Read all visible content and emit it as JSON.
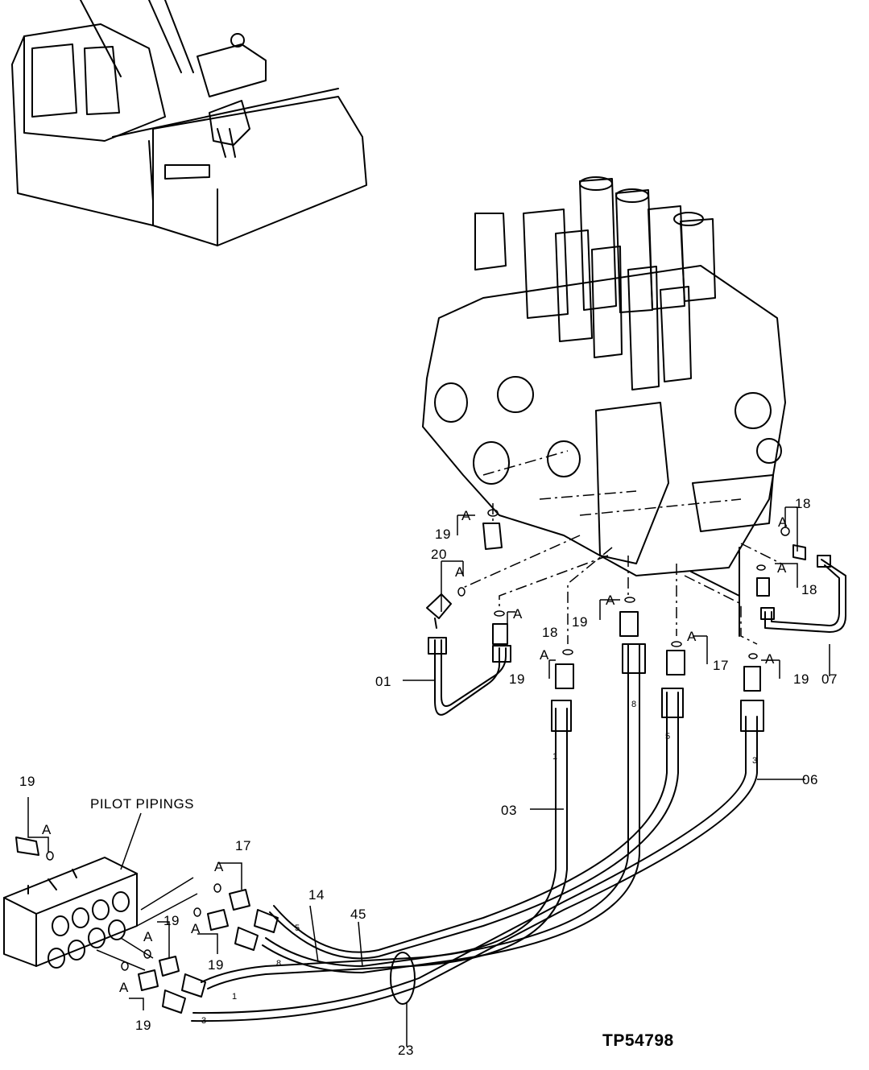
{
  "diagram": {
    "reference_code": "TP54798",
    "group_label": "PILOT PIPINGS",
    "detail_mark": "A",
    "part_callouts": [
      "01",
      "03",
      "06",
      "07",
      "14",
      "17",
      "18",
      "19",
      "20",
      "23",
      "45"
    ],
    "hose_numbers": [
      "1",
      "3",
      "5",
      "8"
    ]
  }
}
